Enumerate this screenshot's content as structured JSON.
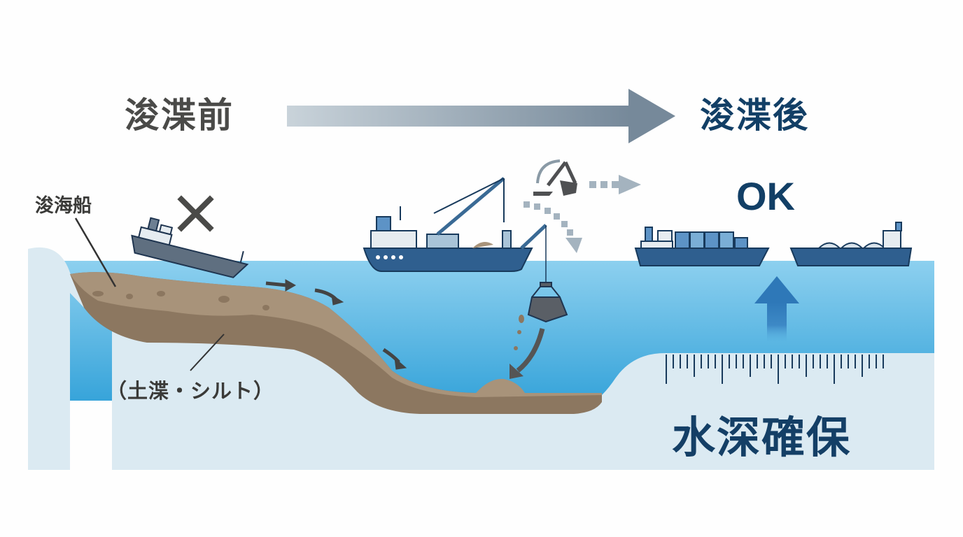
{
  "diagram": {
    "title_before": "浚渫前",
    "title_after": "浚渫後",
    "label_ship": "浚海船",
    "label_sediment": "（土渫・シルト）",
    "label_ok": "OK",
    "label_depth": "水深確保",
    "fail_mark": "✕",
    "colors": {
      "title_before": "#4a4a48",
      "title_after": "#123f66",
      "water_top": "#8dd0ef",
      "water_bottom": "#3aa6db",
      "seabed": "#dbeaf2",
      "sediment_light": "#a8937a",
      "sediment_dark": "#8c7760",
      "ship_hull": "#2f5f8f",
      "ship_outline": "#183a5c",
      "arrow_gray": "#7f909c",
      "depth_arrow": "#2e78b8"
    }
  }
}
